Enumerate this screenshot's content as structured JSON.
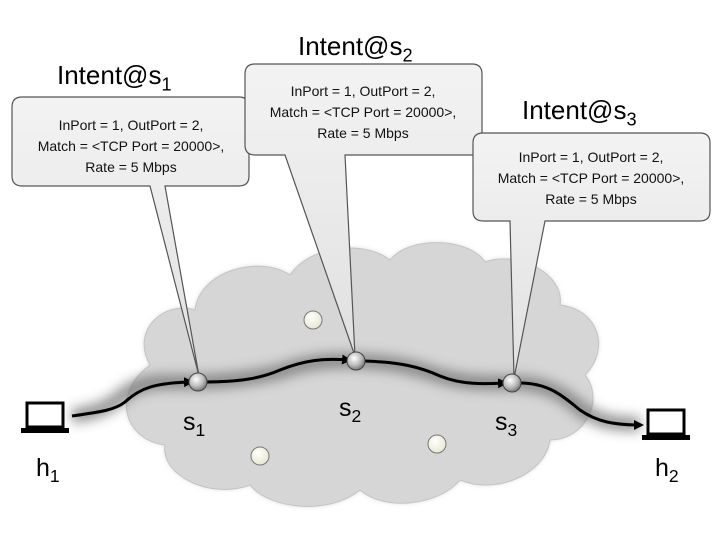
{
  "intents": [
    {
      "title": "Intent@s",
      "sub": "1",
      "lines": [
        "InPort = 1, OutPort = 2,",
        "Match = <TCP Port = 20000>,",
        "Rate = 5 Mbps"
      ]
    },
    {
      "title": "Intent@s",
      "sub": "2",
      "lines": [
        "InPort = 1, OutPort = 2,",
        "Match = <TCP Port = 20000>,",
        "Rate = 5 Mbps"
      ]
    },
    {
      "title": "Intent@s",
      "sub": "3",
      "lines": [
        "InPort = 1, OutPort = 2,",
        "Match = <TCP Port = 20000>,",
        "Rate = 5 Mbps"
      ]
    }
  ],
  "switches": [
    {
      "name": "s",
      "sub": "1"
    },
    {
      "name": "s",
      "sub": "2"
    },
    {
      "name": "s",
      "sub": "3"
    }
  ],
  "hosts": [
    {
      "name": "h",
      "sub": "1"
    },
    {
      "name": "h",
      "sub": "2"
    }
  ],
  "colors": {
    "cloud": "#d4d4d4",
    "cloud_stroke": "#bdbdbd",
    "callout_fill": "#e9e9e9",
    "callout_stroke": "#555555",
    "path": "#000000",
    "node": "#c8c8c8",
    "idle_node": "#f3f3e4"
  }
}
